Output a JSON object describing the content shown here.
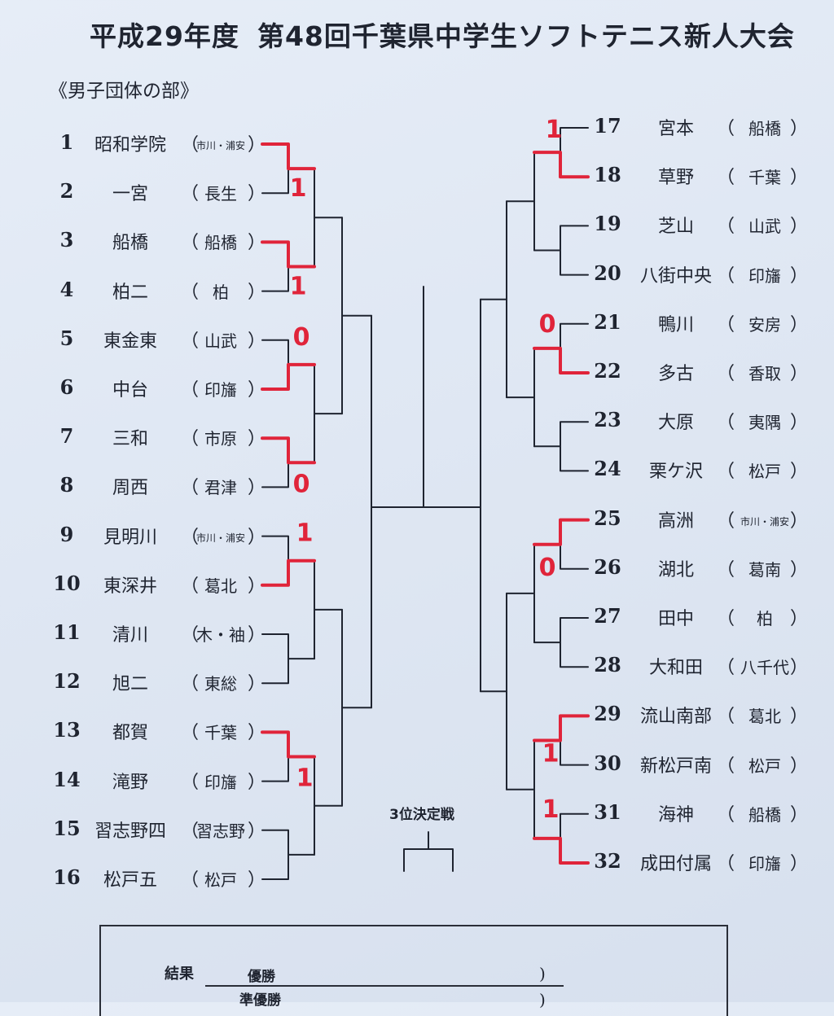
{
  "header": {
    "year": "平成29年度",
    "event": "第48回千葉県中学生ソフトテニス新人大会"
  },
  "section_title": "《男子団体の部》",
  "colors": {
    "ink": "#1f2430",
    "marker_red": "#e0243a",
    "paper": "#e2e9f4"
  },
  "left_teams": [
    {
      "num": "1",
      "name": "昭和学院",
      "area": "市川・浦安"
    },
    {
      "num": "2",
      "name": "一宮",
      "area": "長生"
    },
    {
      "num": "3",
      "name": "船橋",
      "area": "船橋"
    },
    {
      "num": "4",
      "name": "柏二",
      "area": "柏"
    },
    {
      "num": "5",
      "name": "東金東",
      "area": "山武"
    },
    {
      "num": "6",
      "name": "中台",
      "area": "印旛"
    },
    {
      "num": "7",
      "name": "三和",
      "area": "市原"
    },
    {
      "num": "8",
      "name": "周西",
      "area": "君津"
    },
    {
      "num": "9",
      "name": "見明川",
      "area": "市川・浦安"
    },
    {
      "num": "10",
      "name": "東深井",
      "area": "葛北"
    },
    {
      "num": "11",
      "name": "清川",
      "area": "木・袖"
    },
    {
      "num": "12",
      "name": "旭二",
      "area": "東総"
    },
    {
      "num": "13",
      "name": "都賀",
      "area": "千葉"
    },
    {
      "num": "14",
      "name": "滝野",
      "area": "印旛"
    },
    {
      "num": "15",
      "name": "習志野四",
      "area": "習志野"
    },
    {
      "num": "16",
      "name": "松戸五",
      "area": "松戸"
    }
  ],
  "right_teams": [
    {
      "num": "17",
      "name": "宮本",
      "area": "船橋"
    },
    {
      "num": "18",
      "name": "草野",
      "area": "千葉"
    },
    {
      "num": "19",
      "name": "芝山",
      "area": "山武"
    },
    {
      "num": "20",
      "name": "八街中央",
      "area": "印旛"
    },
    {
      "num": "21",
      "name": "鴨川",
      "area": "安房"
    },
    {
      "num": "22",
      "name": "多古",
      "area": "香取"
    },
    {
      "num": "23",
      "name": "大原",
      "area": "夷隅"
    },
    {
      "num": "24",
      "name": "栗ケ沢",
      "area": "松戸"
    },
    {
      "num": "25",
      "name": "高洲",
      "area": "市川・浦安"
    },
    {
      "num": "26",
      "name": "湖北",
      "area": "葛南"
    },
    {
      "num": "27",
      "name": "田中",
      "area": "柏"
    },
    {
      "num": "28",
      "name": "大和田",
      "area": "八千代"
    },
    {
      "num": "29",
      "name": "流山南部",
      "area": "葛北"
    },
    {
      "num": "30",
      "name": "新松戸南",
      "area": "松戸"
    },
    {
      "num": "31",
      "name": "海神",
      "area": "船橋"
    },
    {
      "num": "32",
      "name": "成田付属",
      "area": "印旛"
    }
  ],
  "paren_open": "（",
  "paren_close": "）",
  "scores": [
    {
      "match": "1-2",
      "loser_score": "1"
    },
    {
      "match": "3-4",
      "loser_score": "1"
    },
    {
      "match": "5-6",
      "loser_score": "0"
    },
    {
      "match": "7-8",
      "loser_score": "0"
    },
    {
      "match": "9-10",
      "loser_score": "1"
    },
    {
      "match": "13-14",
      "loser_score": "1"
    },
    {
      "match": "17-18",
      "loser_score": "1"
    },
    {
      "match": "21-22",
      "loser_score": "0"
    },
    {
      "match": "25-26",
      "loser_score": "0"
    },
    {
      "match": "29-30",
      "loser_score": "1"
    },
    {
      "match": "31-32",
      "loser_score": "1"
    }
  ],
  "third_place_label": "3位決定戦",
  "results": {
    "label": "結果",
    "winner_label": "優勝",
    "runner_up_label": "準優勝",
    "close_paren": ")"
  }
}
